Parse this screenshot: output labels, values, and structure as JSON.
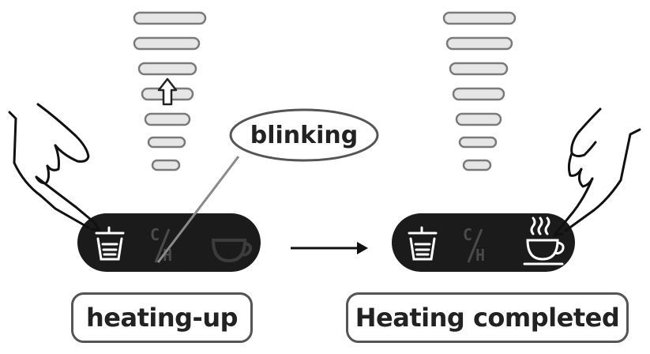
{
  "callout": {
    "text": "blinking"
  },
  "panels": [
    {
      "label": "heating-up",
      "state": "heating-up",
      "level_indicator": "arrow-up-icon"
    },
    {
      "label": "Heating completed",
      "state": "completed",
      "cup_icon": "steaming-cup-icon"
    }
  ],
  "control_panel": {
    "ch_symbol": "C/H"
  },
  "colors": {
    "panel_bg": "#1b1b1b",
    "bar_fill": "#e6e6e6",
    "bar_stroke": "#7a7a7a",
    "outline": "#555555"
  }
}
